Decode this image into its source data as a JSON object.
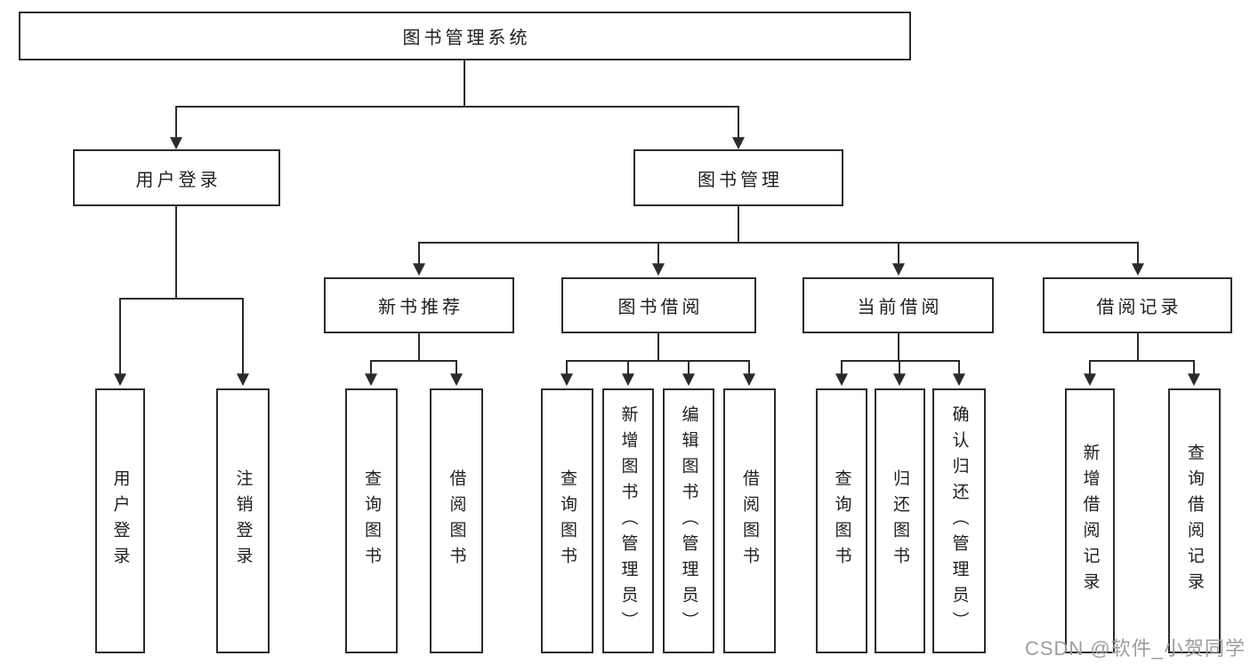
{
  "tree": {
    "root": {
      "label": "图书管理系统"
    },
    "level2": [
      {
        "label": "用户登录"
      },
      {
        "label": "图书管理"
      }
    ],
    "level3": [
      {
        "label": "新书推荐"
      },
      {
        "label": "图书借阅"
      },
      {
        "label": "当前借阅"
      },
      {
        "label": "借阅记录"
      }
    ],
    "leaves": {
      "user_login": [
        "用户登录",
        "注销登录"
      ],
      "new_book_recommend": [
        "查询图书",
        "借阅图书"
      ],
      "book_borrowing": [
        "查询图书",
        "新增图书（管理员）",
        "编辑图书（管理员）",
        "借阅图书"
      ],
      "current_borrowing": [
        "查询图书",
        "归还图书",
        "确认归还（管理员）"
      ],
      "borrowing_records": [
        "新增借阅记录",
        "查询借阅记录"
      ]
    }
  },
  "watermark": "CSDN @软件_小贺同学",
  "colors": {
    "line": "#2b2b2b",
    "box_background": "#ffffff",
    "text": "#1f1f1f",
    "watermark_text": "#9e9e9e"
  }
}
